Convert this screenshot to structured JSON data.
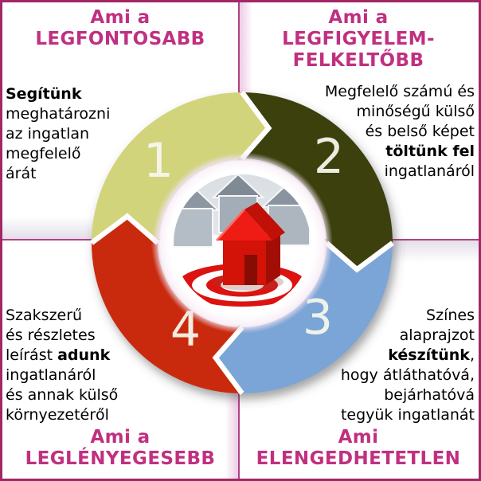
{
  "page": {
    "background": "#ffffff",
    "border_color": "#a12765",
    "divider_color": "#b04283",
    "header_color": "#c03080",
    "body_text_color": "#000000"
  },
  "quadrants": {
    "top_left": {
      "header_lines": [
        "Ami a",
        "LEGFONTOSABB"
      ],
      "body_lines": [
        [
          {
            "t": "Segítünk",
            "b": true
          }
        ],
        [
          "meghatározni"
        ],
        [
          "az ingatlan"
        ],
        [
          "megfelelő"
        ],
        [
          "árát"
        ]
      ]
    },
    "top_right": {
      "header_lines": [
        "Ami a",
        "LEGFIGYELEM-",
        "FELKELTŐBB"
      ],
      "body_lines": [
        [
          "Megfelelő számú és"
        ],
        [
          "minőségű külső"
        ],
        [
          "és belső képet"
        ],
        [
          {
            "t": "töltünk fel",
            "b": true
          }
        ],
        [
          "ingatlanáról"
        ]
      ]
    },
    "bottom_left": {
      "header_lines": [
        "Ami a",
        "LEGLÉNYEGESEBB"
      ],
      "body_lines": [
        [
          "Szakszerű"
        ],
        [
          "és részletes"
        ],
        [
          {
            "t": "leírást ",
            "b": false
          },
          {
            "t": "adunk",
            "b": true
          }
        ],
        [
          "ingatlanáról"
        ],
        [
          "és annak külső"
        ],
        [
          "környezetéről"
        ]
      ]
    },
    "bottom_right": {
      "header_lines": [
        "Ami",
        "ELENGEDHETETLEN"
      ],
      "body_lines": [
        [
          "Színes"
        ],
        [
          "alaprajzot"
        ],
        [
          {
            "t": "készítünk",
            "b": true
          },
          {
            "t": ",",
            "b": false
          }
        ],
        [
          "hogy átláthatóvá,"
        ],
        [
          "bejárhatóvá"
        ],
        [
          "tegyük ingatlanát"
        ]
      ]
    }
  },
  "ring": {
    "number_color": "#f6f7ec",
    "segments": [
      {
        "number": "1",
        "color": "#d2d47c",
        "position": "top-left"
      },
      {
        "number": "2",
        "color": "#3a3f10",
        "position": "top-right"
      },
      {
        "number": "3",
        "color": "#7aa5d6",
        "position": "bottom-right"
      },
      {
        "number": "4",
        "color": "#c9290c",
        "position": "bottom-left"
      }
    ]
  },
  "center": {
    "icon": "red-house-on-bullseye-target",
    "target_red": "#dc1310",
    "house_red": "#d31208",
    "roof_red": "#ee1c14"
  }
}
